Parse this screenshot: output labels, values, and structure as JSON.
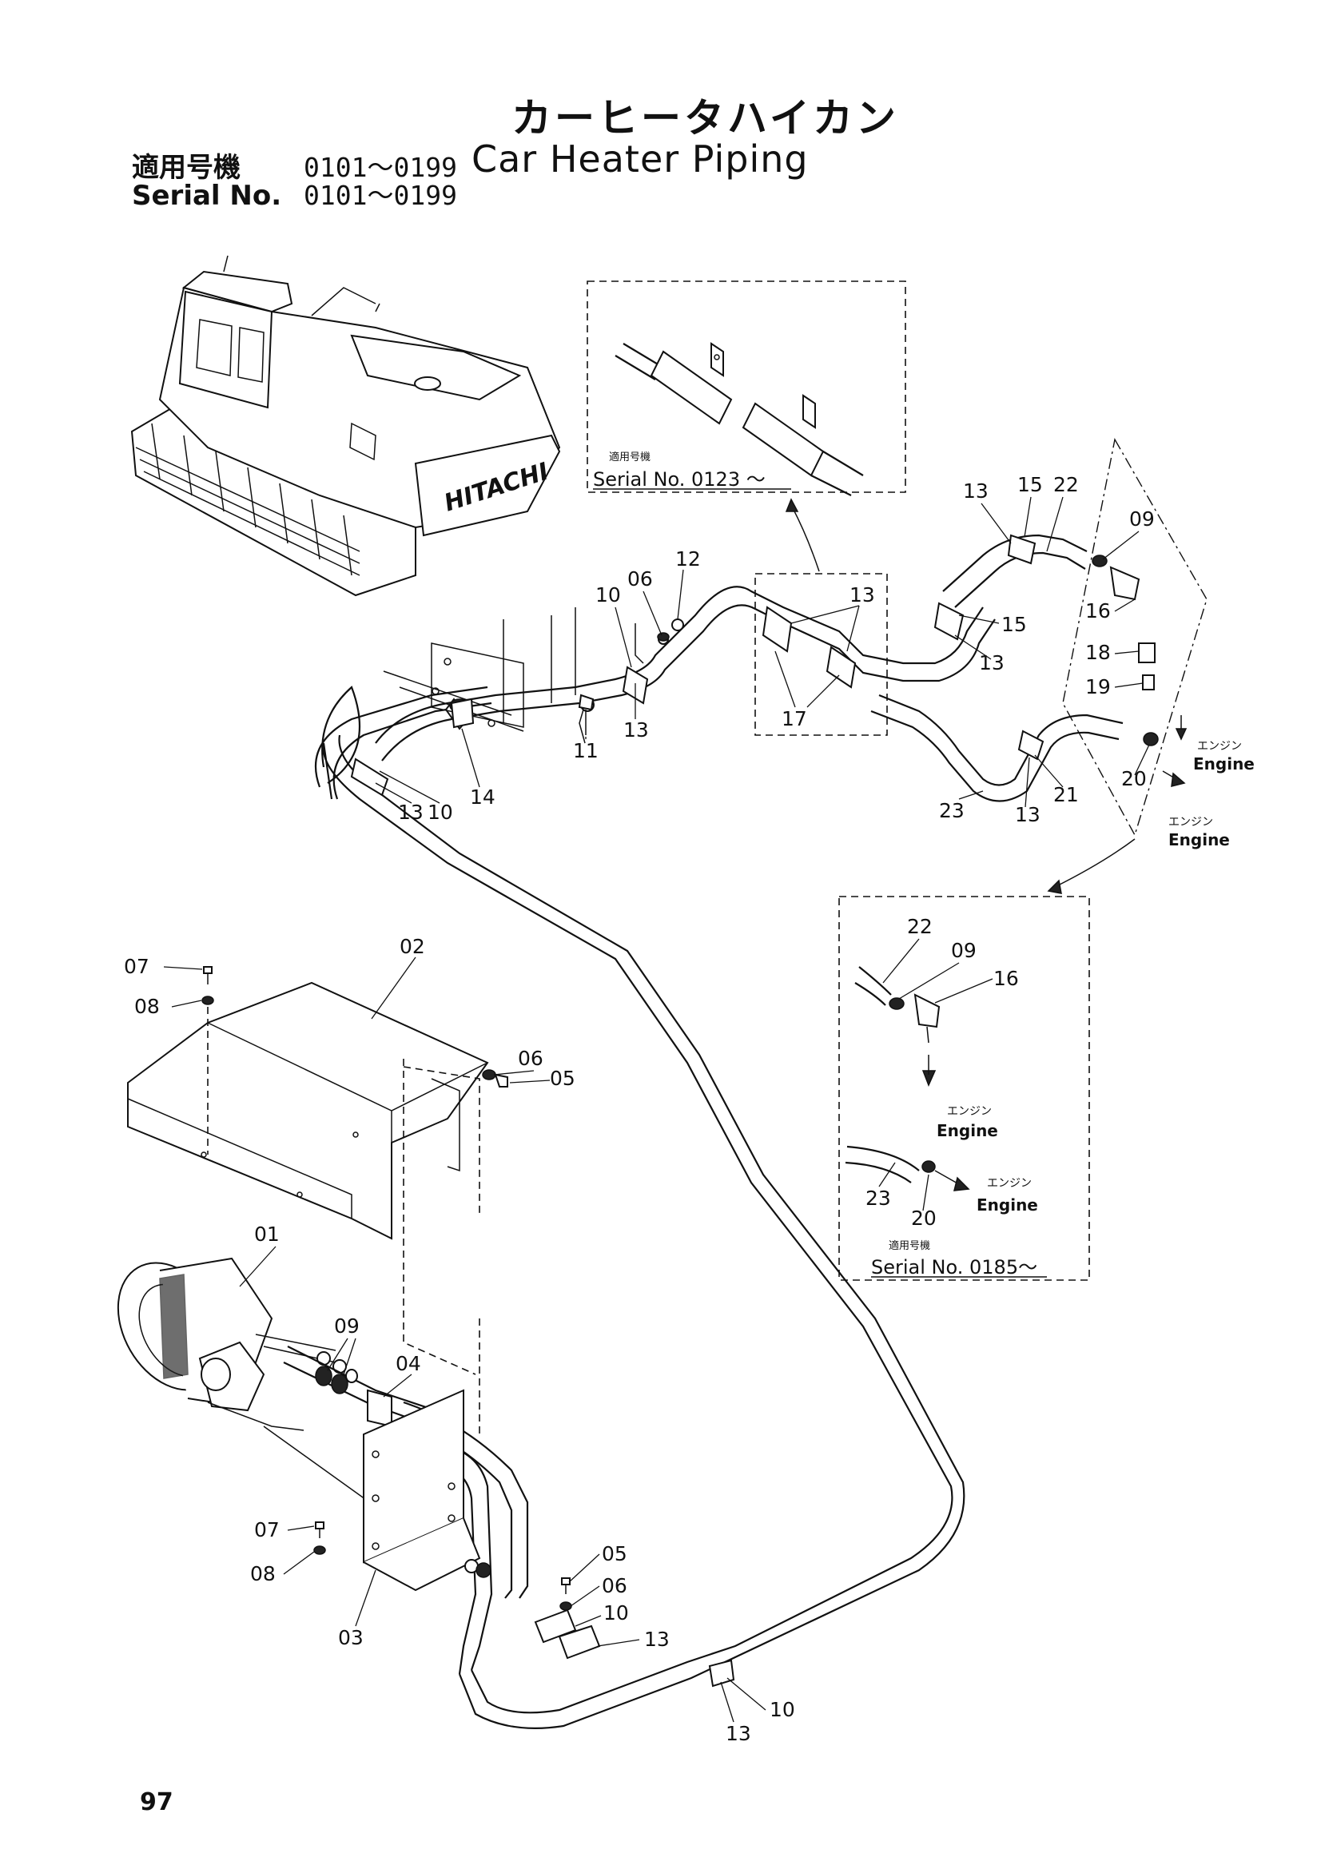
{
  "header": {
    "title_jp": "カーヒータハイカン",
    "title_en": "Car Heater Piping",
    "serial_label_jp": "適用号機",
    "serial_label_en": "Serial No.",
    "serial_range": "0101～0199"
  },
  "machine_brand": "HITACHI",
  "page_number": "97",
  "inset_top": {
    "serial_label_jp": "適用号機",
    "serial_text": "Serial No. 0123 ～"
  },
  "inset_bottom": {
    "serial_label_jp": "適用号機",
    "serial_text": "Serial No. 0185～"
  },
  "engine_label": {
    "jp": "エンジン",
    "en": "Engine"
  },
  "part_numbers": {
    "p01": "01",
    "p02": "02",
    "p03": "03",
    "p04": "04",
    "p05": "05",
    "p06": "06",
    "p07": "07",
    "p08": "08",
    "p09": "09",
    "p10": "10",
    "p11": "11",
    "p12": "12",
    "p13": "13",
    "p14": "14",
    "p15": "15",
    "p16": "16",
    "p17": "17",
    "p18": "18",
    "p19": "19",
    "p20": "20",
    "p21": "21",
    "p22": "22",
    "p23": "23"
  }
}
